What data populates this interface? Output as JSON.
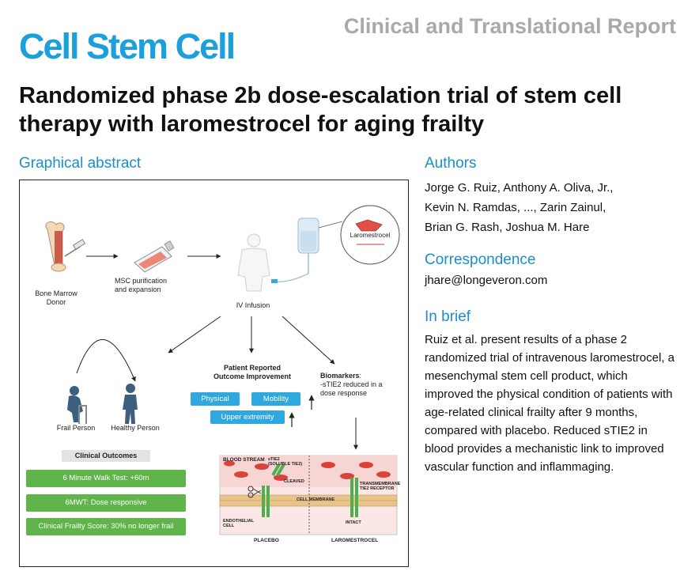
{
  "header": {
    "journal": "Cell Stem Cell",
    "report_type": "Clinical and Translational Report",
    "title": "Randomized phase 2b dose-escalation trial of stem cell therapy with laromestrocel for aging frailty"
  },
  "sections": {
    "graphical_abstract": "Graphical abstract",
    "authors": "Authors",
    "correspondence": "Correspondence",
    "in_brief": "In brief"
  },
  "authors": {
    "line1": "Jorge G. Ruiz, Anthony A. Oliva, Jr.,",
    "line2": "Kevin N. Ramdas, ..., Zarin Zainul,",
    "line3": "Brian G. Rash, Joshua M. Hare"
  },
  "correspondence": {
    "email": "jhare@longeveron.com"
  },
  "in_brief": {
    "text": "Ruiz et al. present results of a phase 2 randomized trial of intravenous laromestrocel, a mesenchymal stem cell product, which improved the physical condition of patients with age-related clinical frailty after 9 months, compared with placebo. Reduced sTIE2 in blood provides a mechanistic link to improved vascular function and inflammaging."
  },
  "graphical_abstract": {
    "bone_marrow_donor": "Bone Marrow\nDonor",
    "msc_purification": "MSC purification\nand expansion",
    "iv_infusion": "IV Infusion",
    "laromestrocel_tag": "Laromestrocel",
    "frail_person": "Frail Person",
    "healthy_person": "Healthy Person",
    "pro_title": "Patient Reported\nOutcome Improvement",
    "pill_physical": "Physical",
    "pill_mobility": "Mobility",
    "pill_upper": "Upper extremity",
    "biomarkers_title": "Biomarkers",
    "biomarkers_text": ":\n-sTIE2 reduced in a\ndose response",
    "clinical_outcomes": "Clinical Outcomes",
    "outcome_1": "6 Minute Walk Test: +60m",
    "outcome_2": "6MWT: Dose responsive",
    "outcome_3": "Clinical Frailty Score: 30% no longer frail",
    "blood_stream": "BLOOD STREAM",
    "stie2": "sTIE2\n(SOLUBLE TIE2)",
    "cleaved": "CLEAVED",
    "transmembrane": "TRANSMEMBRANE\nTIE2 RECEPTOR",
    "cell_membrane": "CELL MEMBRANE",
    "endothelial": "ENDOTHELIAL\nCELL",
    "intact": "INTACT",
    "placebo": "PLACEBO",
    "laromestrocel": "LAROMESTROCEL"
  },
  "colors": {
    "brand_blue": "#1ba0dc",
    "section_blue": "#1a8fc9",
    "report_gray": "#a9a9a9",
    "pill_blue": "#2fa8df",
    "outcome_green": "#5fb44a",
    "blood_red": "#d9433a"
  }
}
